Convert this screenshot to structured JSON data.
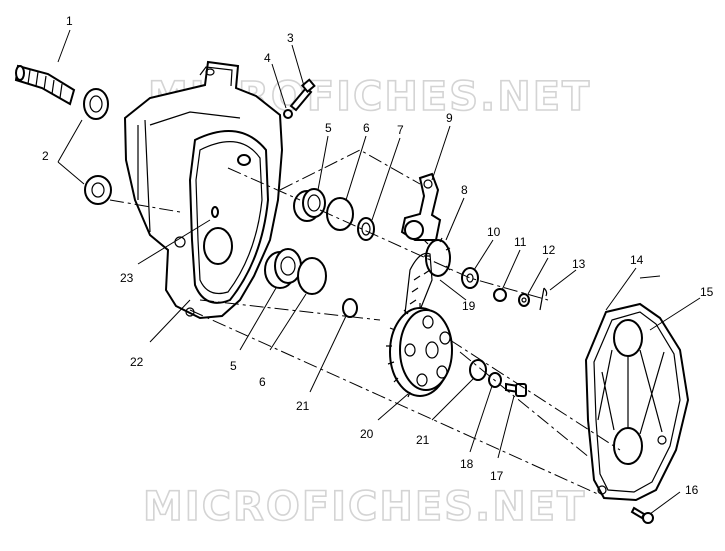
{
  "watermark": {
    "top": "MICROFICHES.NET",
    "bottom": "MICROFICHES.NET"
  },
  "callouts": {
    "c1": "1",
    "c2": "2",
    "c3": "3",
    "c4": "4",
    "c5a": "5",
    "c5b": "5",
    "c6a": "6",
    "c6b": "6",
    "c7": "7",
    "c8": "8",
    "c9": "9",
    "c10": "10",
    "c11": "11",
    "c12": "12",
    "c13": "13",
    "c14": "14",
    "c15": "15",
    "c16": "16",
    "c17": "17",
    "c18": "18",
    "c19": "19",
    "c20": "20",
    "c21a": "21",
    "c21b": "21",
    "c22": "22",
    "c23": "23"
  },
  "colors": {
    "ink": "#000000",
    "paper": "#ffffff",
    "watermark_outline": "#d4d4d4"
  }
}
